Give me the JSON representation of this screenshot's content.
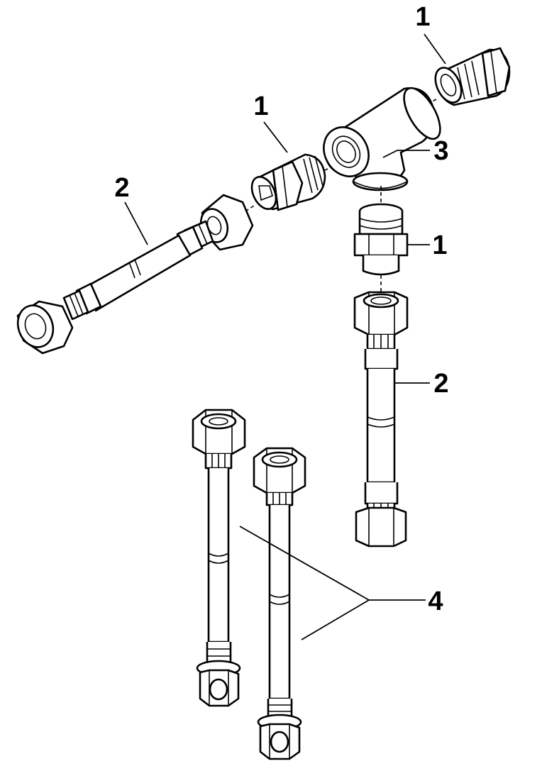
{
  "callouts": [
    {
      "id": "c1a",
      "label": "1"
    },
    {
      "id": "c1b",
      "label": "1"
    },
    {
      "id": "c1c",
      "label": "1"
    },
    {
      "id": "c2a",
      "label": "2"
    },
    {
      "id": "c2b",
      "label": "2"
    },
    {
      "id": "c3",
      "label": "3"
    },
    {
      "id": "c4",
      "label": "4"
    }
  ]
}
